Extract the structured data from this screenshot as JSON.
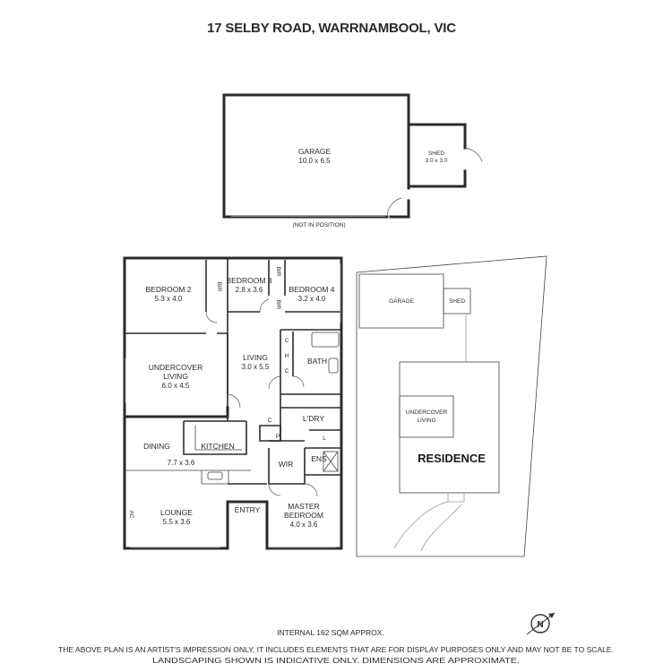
{
  "header": {
    "address": "17 SELBY ROAD, WARRNAMBOOL, VIC"
  },
  "outbuildings": {
    "garage": {
      "label": "GARAGE",
      "dims": "10.0 x 6.5"
    },
    "shed": {
      "label": "SHED",
      "dims": "3.0 x 3.0"
    },
    "position_note": "(NOT IN POSITION)"
  },
  "rooms": {
    "bedroom2": {
      "label": "BEDROOM 2",
      "dims": "5.3 x 4.0"
    },
    "bedroom3": {
      "label": "BEDROOM 3",
      "dims": "2.8 x 3.6"
    },
    "bedroom4": {
      "label": "BEDROOM 4",
      "dims": "3.2 x 4.0"
    },
    "bir": "BIR",
    "undercover": {
      "line1": "UNDERCOVER",
      "line2": "LIVING",
      "dims": "6.0 x 4.5"
    },
    "living": {
      "label": "LIVING",
      "dims": "3.0 x 5.5"
    },
    "bath": "BATH",
    "cupboard": "C",
    "heater": "H",
    "laundry": "L'DRY",
    "pantry": "P",
    "linen": "L",
    "dining": "DINING",
    "kitchen": "KITCHEN",
    "dining_kitchen_dims": "7.7 x 3.6",
    "wir": "WIR",
    "ensuite": "ENS",
    "lounge": {
      "label": "LOUNGE",
      "dims": "5.5 x 3.6"
    },
    "entry": "ENTRY",
    "master": {
      "line1": "MASTER",
      "line2": "BEDROOM",
      "dims": "4.0 x 3.6"
    },
    "ac": "AC"
  },
  "site": {
    "garage": "GARAGE",
    "shed": "SHED",
    "undercover_line1": "UNDERCOVER",
    "undercover_line2": "LIVING",
    "residence": "RESIDENCE"
  },
  "compass": {
    "letter": "N"
  },
  "footer": {
    "area": "INTERNAL 162 SQM APPROX.",
    "disclaimer_line1": "THE ABOVE PLAN IS AN ARTIST'S IMPRESSION ONLY, IT INCLUDES ELEMENTS THAT ARE FOR DISPLAY PURPOSES ONLY AND MAY NOT BE TO SCALE.",
    "disclaimer_line2": "LANDSCAPING SHOWN IS INDICATIVE ONLY. DIMENSIONS ARE APPROXIMATE."
  }
}
